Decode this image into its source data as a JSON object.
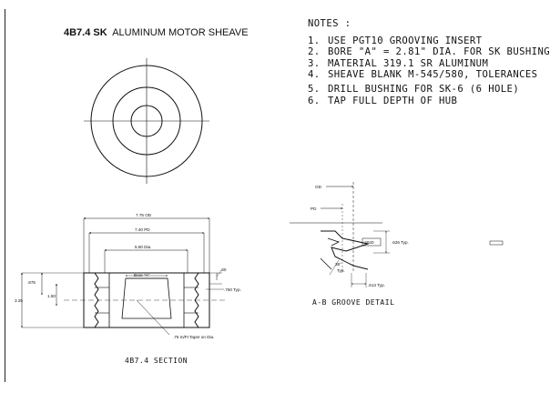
{
  "title": {
    "bold": "4B7.4 SK",
    "rest": "ALUMINUM MOTOR SHEAVE"
  },
  "notes": {
    "header": "NOTES :",
    "items": [
      {
        "num": "1.",
        "text": "USE PGT10 GROOVING INSERT"
      },
      {
        "num": "2.",
        "text": "BORE \"A\" = 2.81\" DIA. FOR SK BUSHING"
      },
      {
        "num": "3.",
        "text": "MATERIAL 319.1 SR ALUMINUM"
      },
      {
        "num": "4.",
        "text": "SHEAVE BLANK M-545/580, TOLERANCES"
      },
      {
        "num": "5.",
        "text": "DRILL BUSHING FOR SK-6 (6 HOLE)"
      },
      {
        "num": "6.",
        "text": "TAP FULL DEPTH OF HUB"
      }
    ]
  },
  "section": {
    "dim_od": "7.75 OD",
    "dim_pd": "7.40 PD",
    "dim_dia": "5.50 Dia.",
    "bore": "Bore \"A\"",
    "dim_30": ".30",
    "dim_750": ".750 Typ.",
    "dim_875": ".875",
    "dim_150": "1.50",
    "dim_325": "3.25",
    "taper": ".75 In/Ft Taper on Dia.",
    "caption": "4B7.4   SECTION"
  },
  "detail": {
    "od": "OD",
    "pd": "PD",
    "dim_2040": ".2040",
    "dim_626": ".626 Typ.",
    "angle": "38°",
    "angle_typ": "Typ.",
    "dim_613": ".613 Typ.",
    "caption": "A-B GROOVE DETAIL"
  }
}
